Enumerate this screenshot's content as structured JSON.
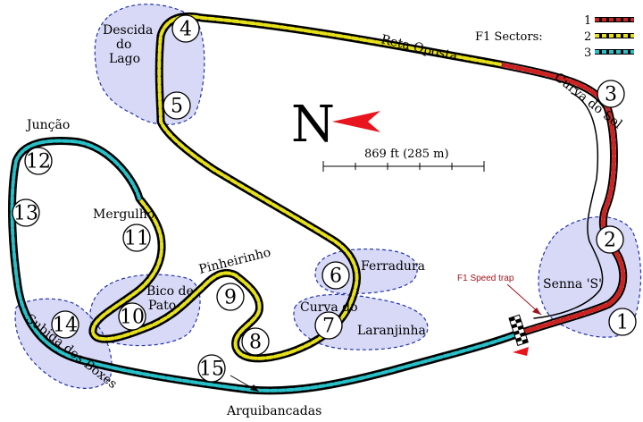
{
  "legend": {
    "title": "F1 Sectors:",
    "items": [
      {
        "label": "1",
        "color": "#cc2222"
      },
      {
        "label": "2",
        "color": "#e6e01a"
      },
      {
        "label": "3",
        "color": "#28c0c8"
      }
    ]
  },
  "north_label": "N",
  "scale_label": "869 ft (285 m)",
  "speed_trap_label": "F1 Speed trap",
  "colors": {
    "track_outline": "#000000",
    "sector1": "#cc2222",
    "sector2": "#e6e01a",
    "sector3": "#28c0c8",
    "zone_fill": "#c9ccf3",
    "north_arrow": "#e8141e"
  },
  "corners": [
    "1",
    "2",
    "3",
    "4",
    "5",
    "6",
    "7",
    "8",
    "9",
    "10",
    "11",
    "12",
    "13",
    "14",
    "15"
  ],
  "names": {
    "descida_do_lago": [
      "Descida",
      "do",
      "Lago"
    ],
    "reta_oposta": "Reta Oposta",
    "curva_do_sol": "Curva do Sol",
    "juncao": "Junção",
    "mergulho": "Mergulho",
    "pinheirinho": "Pinheirinho",
    "bico_de_pato": [
      "Bico de",
      "Pato"
    ],
    "ferradura": "Ferradura",
    "curva_do": "Curva do",
    "laranjinha": "Laranjinha",
    "senna_s": "Senna 'S'",
    "subida_dos_boxes": "Subida dos Boxes",
    "arquibancadas": "Arquibancadas"
  }
}
